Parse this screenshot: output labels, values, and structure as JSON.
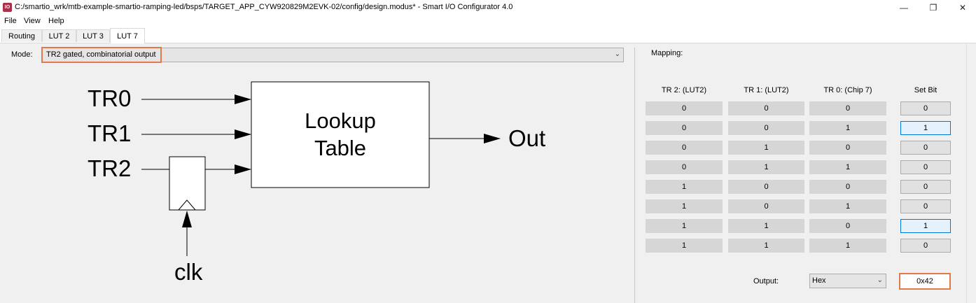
{
  "window": {
    "icon": "smart-io-app-icon",
    "title": "C:/smartio_wrk/mtb-example-smartio-ramping-led/bsps/TARGET_APP_CYW920829M2EVK-02/config/design.modus* - Smart I/O Configurator 4.0",
    "minimize": "—",
    "maximize": "❐",
    "close": "✕"
  },
  "menu": {
    "file": "File",
    "view": "View",
    "help": "Help"
  },
  "tabs": [
    {
      "label": "Routing"
    },
    {
      "label": "LUT 2"
    },
    {
      "label": "LUT 3"
    },
    {
      "label": "LUT 7",
      "active": true
    }
  ],
  "mode": {
    "label": "Mode:",
    "value": "TR2 gated, combinatorial output"
  },
  "diagram": {
    "input_tr0": "TR0",
    "input_tr1": "TR1",
    "input_tr2": "TR2",
    "block_line1": "Lookup",
    "block_line2": "Table",
    "output": "Out",
    "clock": "clk"
  },
  "mapping": {
    "label": "Mapping:",
    "headers": [
      "TR 2:  (LUT2)",
      "TR 1:  (LUT2)",
      "TR 0:  (Chip 7)",
      "Set Bit"
    ],
    "rows": [
      {
        "tr2": "0",
        "tr1": "0",
        "tr0": "0",
        "bit": "0"
      },
      {
        "tr2": "0",
        "tr1": "0",
        "tr0": "1",
        "bit": "1"
      },
      {
        "tr2": "0",
        "tr1": "1",
        "tr0": "0",
        "bit": "0"
      },
      {
        "tr2": "0",
        "tr1": "1",
        "tr0": "1",
        "bit": "0"
      },
      {
        "tr2": "1",
        "tr1": "0",
        "tr0": "0",
        "bit": "0"
      },
      {
        "tr2": "1",
        "tr1": "0",
        "tr0": "1",
        "bit": "0"
      },
      {
        "tr2": "1",
        "tr1": "1",
        "tr0": "0",
        "bit": "1"
      },
      {
        "tr2": "1",
        "tr1": "1",
        "tr0": "1",
        "bit": "0"
      }
    ]
  },
  "output": {
    "label": "Output:",
    "format": "Hex",
    "value": "0x42"
  },
  "colors": {
    "highlight": "#e07a4c",
    "bit_set_border": "#0078d7",
    "bit_set_fill": "#e5f1fb"
  }
}
